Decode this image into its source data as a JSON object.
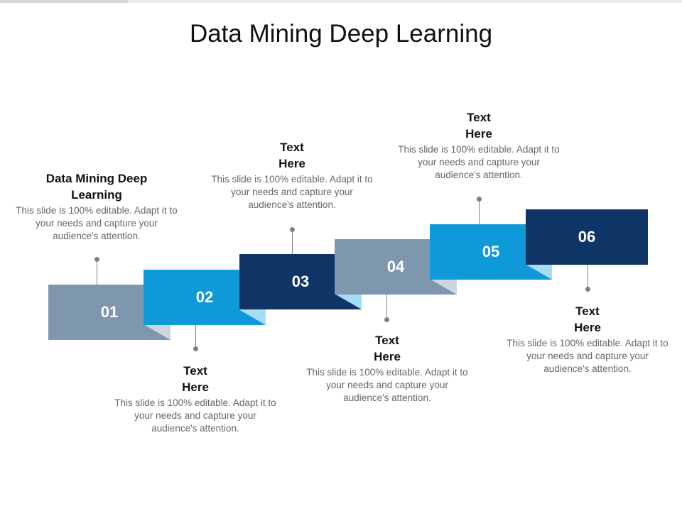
{
  "title": "Data Mining Deep Learning",
  "colors": {
    "slate": "#7f97ae",
    "bright_blue": "#0e9ad8",
    "navy": "#0f3566",
    "fold_light": "#cdd6e0",
    "fold_bright": "#a7dcf5",
    "connector": "#7f7f7f"
  },
  "steps": [
    {
      "number": "01",
      "heading": "Data Mining Deep Learning",
      "description": "This slide is 100% editable. Adapt it to your needs and capture your audience's attention."
    },
    {
      "number": "02",
      "heading": "Text Here",
      "description": "This slide is 100% editable. Adapt it to your needs and capture your audience's attention."
    },
    {
      "number": "03",
      "heading": "Text Here",
      "description": "This slide is 100% editable. Adapt it to your needs and capture your audience's attention."
    },
    {
      "number": "04",
      "heading": "Text Here",
      "description": "This slide is 100% editable. Adapt it to your needs and capture your audience's attention."
    },
    {
      "number": "05",
      "heading": "Text Here",
      "description": "This slide is 100% editable. Adapt it to your needs and capture your audience's attention."
    },
    {
      "number": "06",
      "heading": "Text Here",
      "description": "This slide is 100% editable. Adapt it to your needs and capture your audience's attention."
    }
  ]
}
